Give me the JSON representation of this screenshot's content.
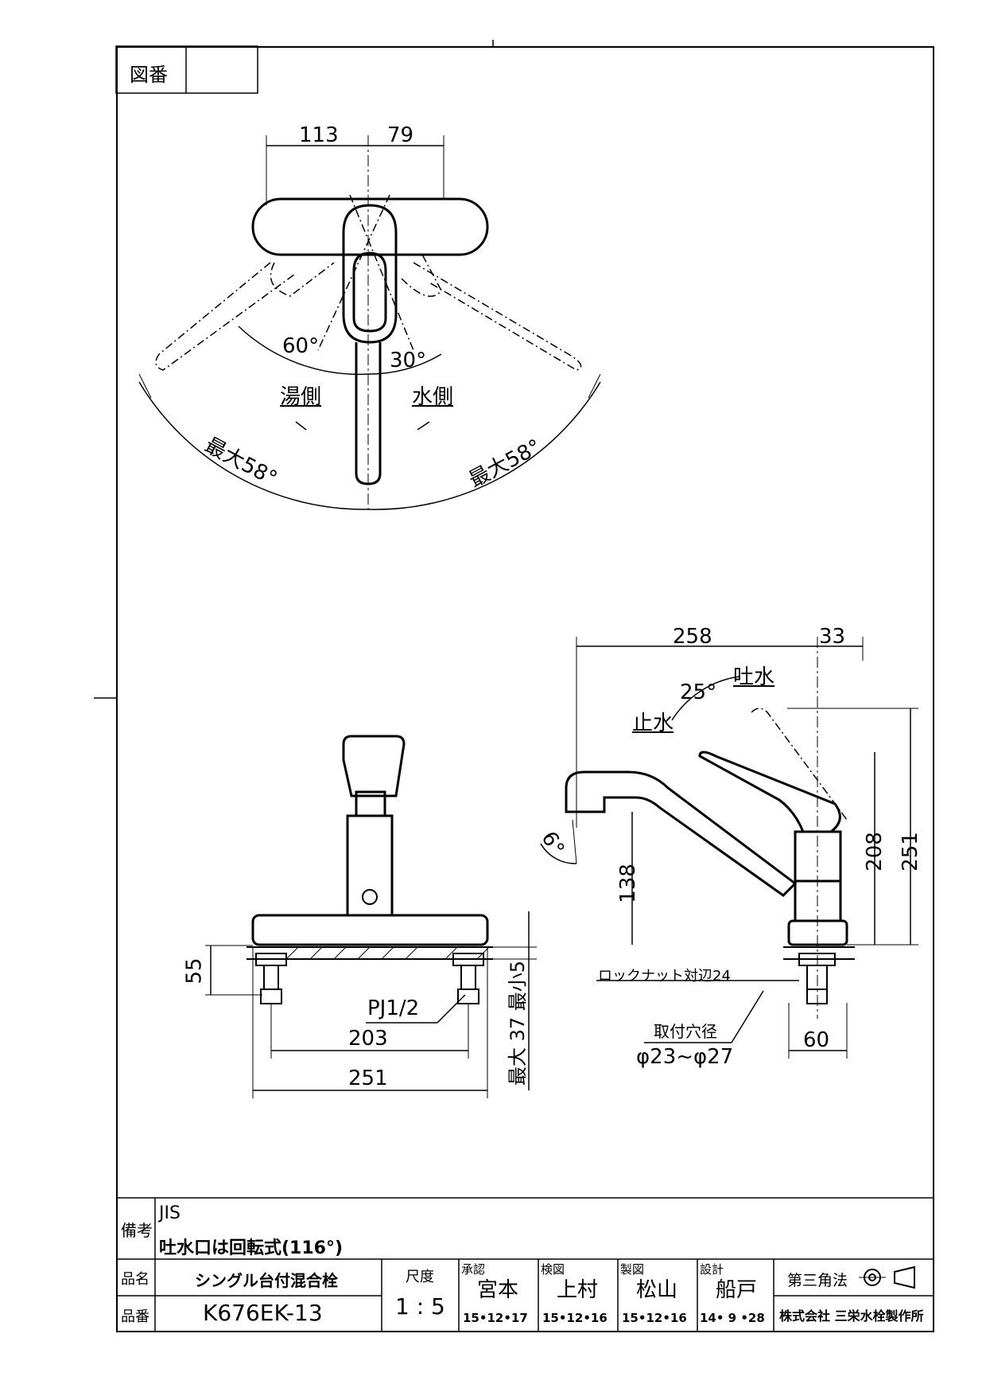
{
  "drawing_number": {
    "label": "図番",
    "value": ""
  },
  "plan_view": {
    "dim_left": "113",
    "dim_right": "79",
    "angle_hot": "60°",
    "angle_cold": "30°",
    "label_hot": "湯側",
    "label_cold": "水側",
    "max_left": "最大58°",
    "max_right": "最大58°"
  },
  "front_view": {
    "dim_55": "55",
    "thread": "PJ1/2",
    "dim_203": "203",
    "dim_251": "251",
    "dim_vertical": "最大 37 最小5"
  },
  "side_view": {
    "dim_258": "258",
    "dim_33": "33",
    "angle_25": "25°",
    "label_spout": "吐水",
    "label_stop": "止水",
    "angle_6": "6°",
    "dim_138": "138",
    "dim_208": "208",
    "dim_251": "251",
    "locknut": "ロックナット対辺24",
    "hole_label": "取付穴径",
    "hole_value": "φ23~φ27",
    "dim_60": "60"
  },
  "notes": {
    "label": "備考",
    "line1": "JIS",
    "line2": "吐水口は回転式(116°)"
  },
  "title_block": {
    "name_label": "品名",
    "name_value": "シングル台付混合栓",
    "number_label": "品番",
    "number_value": "K676EK-13",
    "scale_label": "尺度",
    "scale_value": "1 : 5",
    "approve_label": "承認",
    "approve_name": "宮本",
    "approve_date": "15•12•17",
    "check_label": "検図",
    "check_name": "上村",
    "check_date": "15•12•16",
    "draw_label": "製図",
    "draw_name": "松山",
    "draw_date": "15•12•16",
    "design_label": "設計",
    "design_name": "船戸",
    "design_date": "14• 9 •28",
    "projection_label": "第三角法",
    "company": "株式会社 三栄水栓製作所"
  }
}
